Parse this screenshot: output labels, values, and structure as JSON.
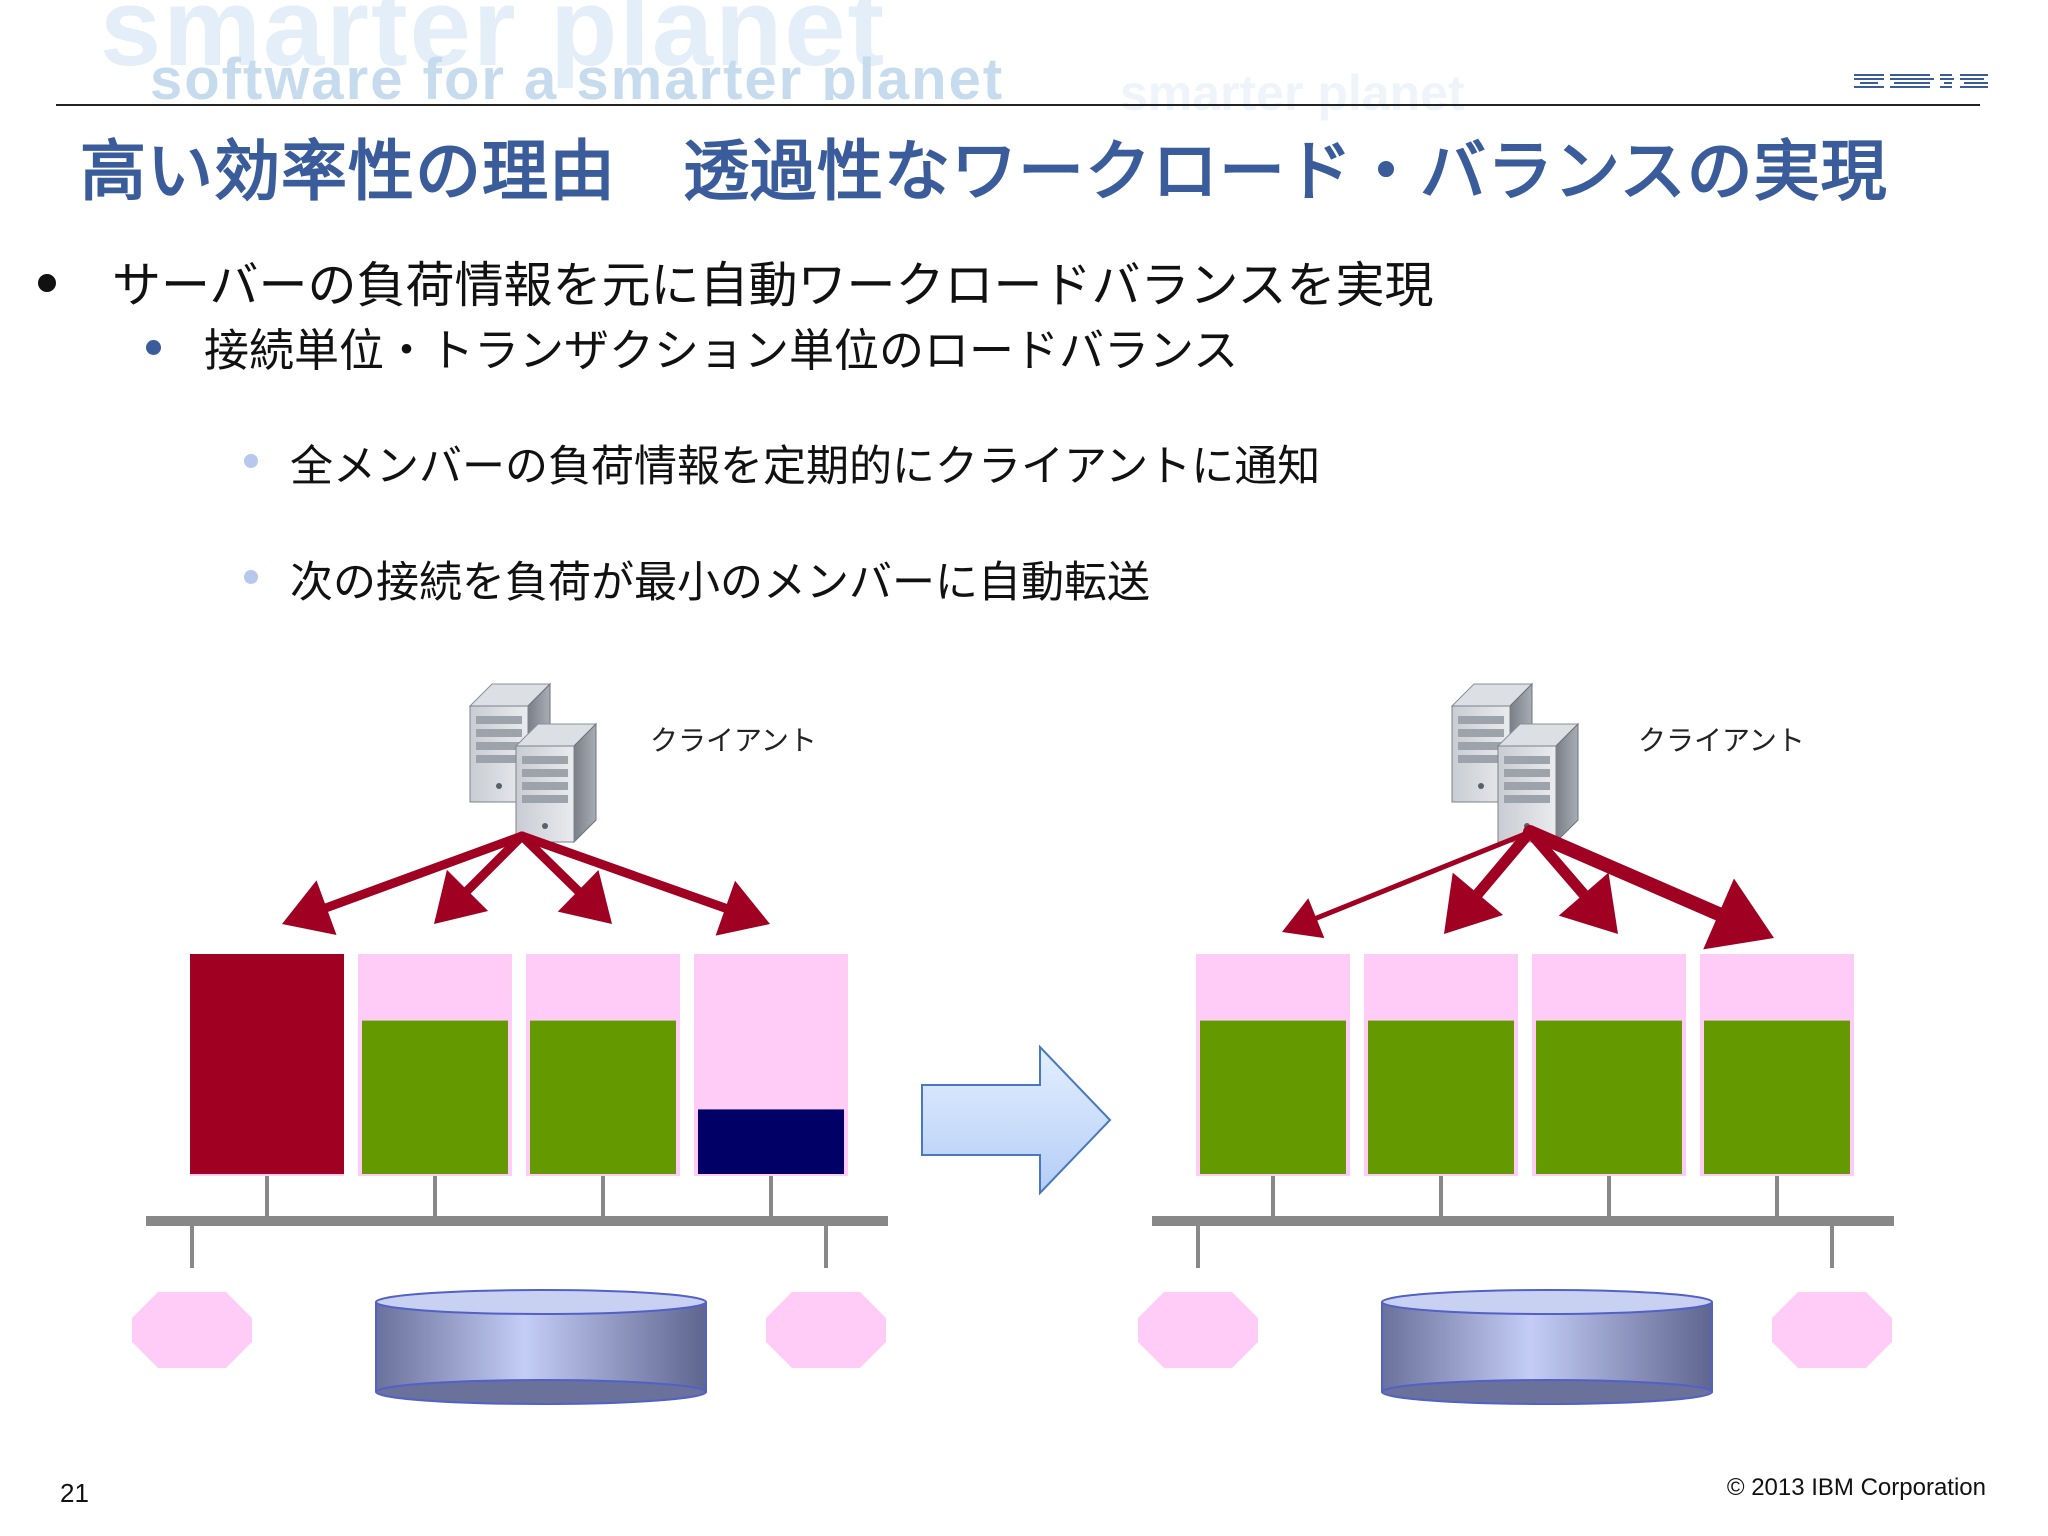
{
  "header": {
    "banner_large": "smarter planet",
    "banner_small": "software for a smarter planet",
    "banner_ghost": "smarter planet",
    "logo": "IBM"
  },
  "title": "高い効率性の理由　透過性なワークロード・バランスの実現",
  "bullets": {
    "level1": "サーバーの負荷情報を元に自動ワークロードバランスを実現",
    "level2": "接続単位・トランザクション単位のロードバランス",
    "level3": [
      "全メンバーの負荷情報を定期的にクライアントに通知",
      "次の接続を負荷が最小のメンバーに自動転送"
    ]
  },
  "diagram": {
    "left": {
      "client_label": "クライアント",
      "member_load_percent": [
        100,
        70,
        70,
        30
      ],
      "member_load_status": [
        "overloaded",
        "normal",
        "normal",
        "low"
      ]
    },
    "right": {
      "client_label": "クライアント",
      "member_load_percent": [
        70,
        70,
        70,
        70
      ],
      "member_load_status": [
        "normal",
        "normal",
        "normal",
        "normal"
      ]
    },
    "colors": {
      "arrow": "#a00021",
      "capacity": "#ffccf8",
      "normal": "#649a00",
      "overloaded": "#a00021",
      "low": "#000066",
      "storage": "#8c96d0",
      "bus": "#888888",
      "transition_arrow": "#c6dcfb"
    }
  },
  "footer": {
    "page_number": "21",
    "copyright": "© 2013 IBM Corporation"
  }
}
